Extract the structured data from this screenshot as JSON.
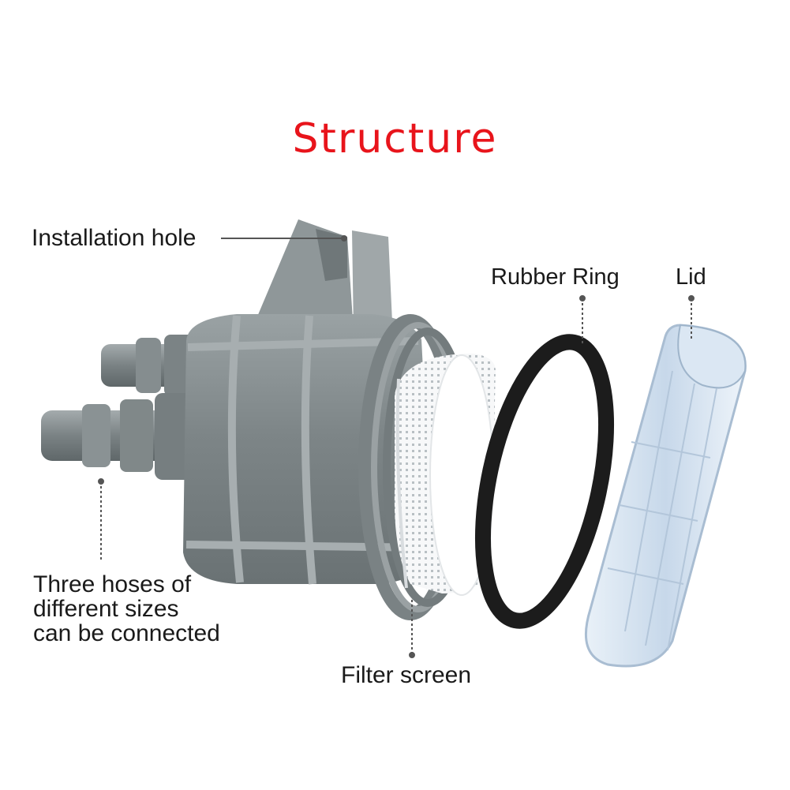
{
  "diagram": {
    "title": "Structure",
    "colors": {
      "title": "#e8141b",
      "housing": "#8a9294",
      "housing_dark": "#6c7476",
      "screen": "#f4f6f7",
      "rubber_ring": "#1c1c1c",
      "lid": "#d6e4f2",
      "leader_line": "#555555"
    },
    "labels": {
      "installation_hole": "Installation hole",
      "rubber_ring": "Rubber Ring",
      "lid": "Lid",
      "hoses_line1": "Three hoses of",
      "hoses_line2": "different sizes",
      "hoses_line3": "can be connected",
      "filter_screen": "Filter screen"
    }
  }
}
